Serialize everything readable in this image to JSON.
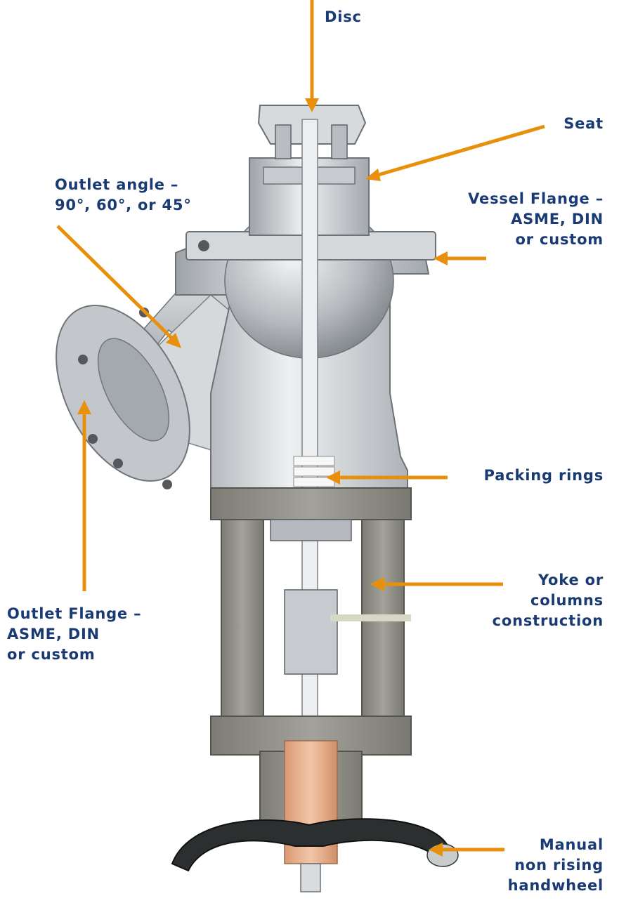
{
  "labels": {
    "disc": [
      "Disc"
    ],
    "seat": [
      "Seat"
    ],
    "outlet_angle": [
      "Outlet angle –",
      "90°, 60°, or 45°"
    ],
    "vessel_flange": [
      "Vessel Flange –",
      "ASME, DIN",
      "or custom"
    ],
    "packing_rings": [
      "Packing rings"
    ],
    "yoke": [
      "Yoke or",
      "columns",
      "construction"
    ],
    "outlet_flange": [
      "Outlet Flange –",
      "ASME, DIN",
      "or custom"
    ],
    "handwheel": [
      "Manual",
      "non rising",
      "handwheel"
    ]
  },
  "colors": {
    "label_text": "#1a3a73",
    "leader_arrow": "#e8900c",
    "steel": "#c9cdd1",
    "cast_iron": "#8f8e86",
    "bronze": "#e7b08d",
    "handwheel": "#2b2f2f"
  }
}
